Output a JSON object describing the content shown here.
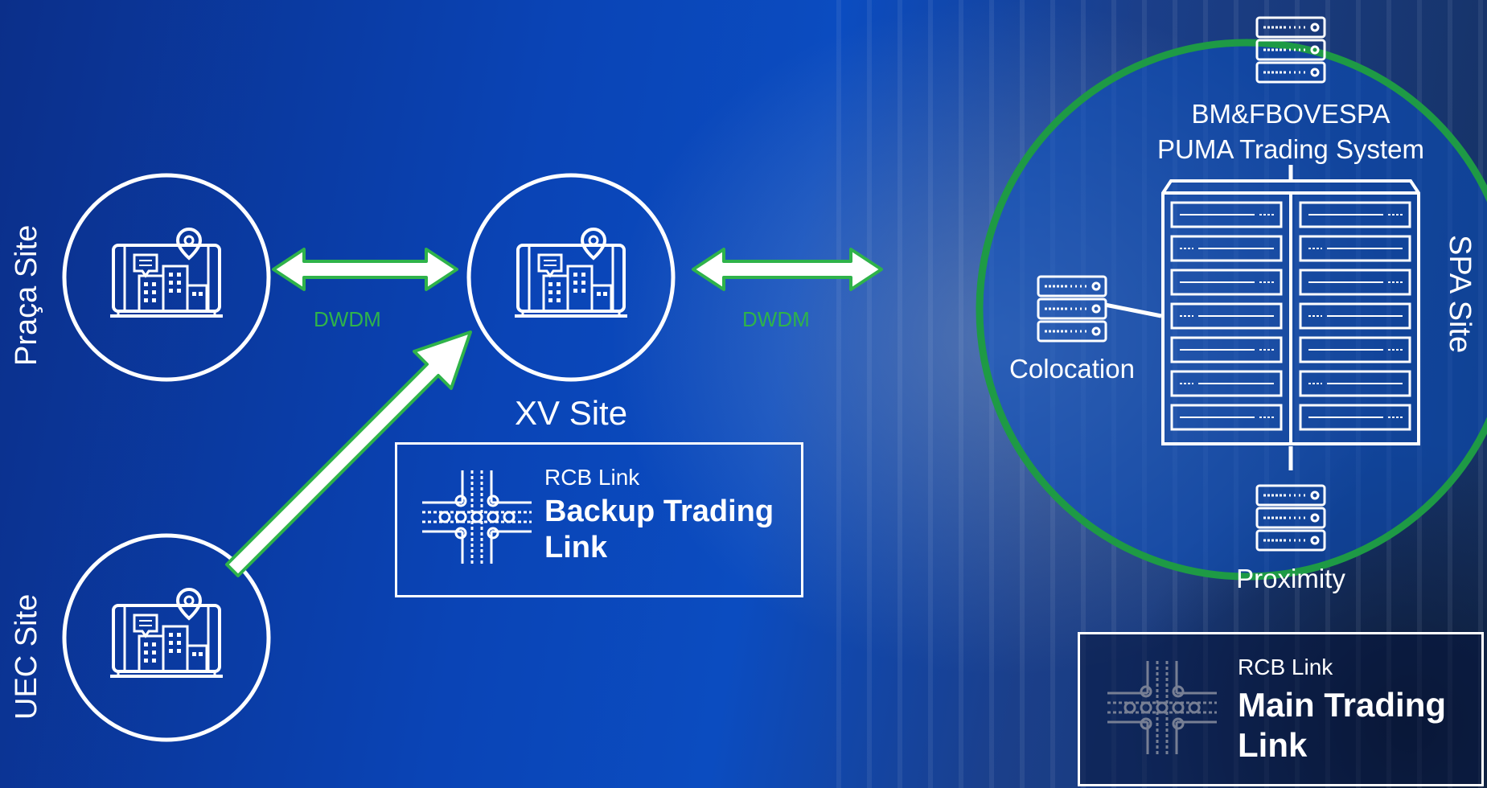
{
  "sites": {
    "praca": "Praça Site",
    "uec": "UEC Site",
    "xv": "XV Site",
    "spa": "SPA Site"
  },
  "connections": {
    "praca_xv": "DWDM",
    "xv_spa": "DWDM"
  },
  "spa_components": {
    "exchange_line1": "BM&FBOVESPA",
    "exchange_line2": "PUMA Trading System",
    "colocation": "Colocation",
    "proximity": "Proximity"
  },
  "backup_link": {
    "subtitle": "RCB Link",
    "title_line1": "Backup Trading",
    "title_line2": "Link"
  },
  "main_link": {
    "subtitle": "RCB Link",
    "title_line1": "Main Trading",
    "title_line2": "Link"
  },
  "colors": {
    "accent_green": "#2fb34a",
    "spa_ring": "#1e9a45",
    "line": "#ffffff"
  }
}
